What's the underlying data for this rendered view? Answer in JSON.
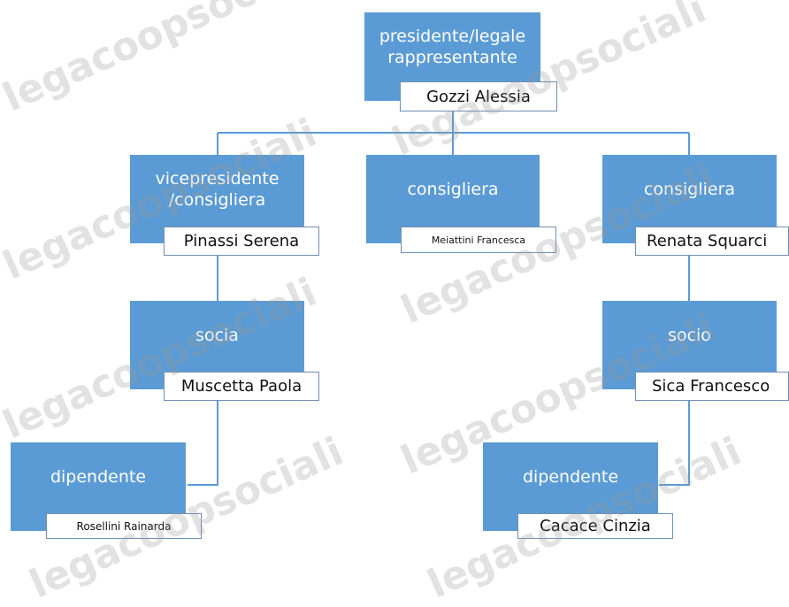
{
  "colors": {
    "box": "#5b9bd5",
    "connector": "#5b9bd5",
    "name_border": "#6f8fb3"
  },
  "watermark": "legacoopsociali",
  "nodes": {
    "president": {
      "role": "presidente/legale rappresentante",
      "name": "Gozzi Alessia"
    },
    "vicepresident": {
      "role": "vicepresidente /consigliera",
      "name": "Pinassi Serena"
    },
    "councillor_1": {
      "role": "consigliera",
      "name": "Meiattini Francesca"
    },
    "councillor_2": {
      "role": "consigliera",
      "name": "Renata Squarci"
    },
    "member_1": {
      "role": "socia",
      "name": "Muscetta Paola"
    },
    "member_2": {
      "role": "socio",
      "name": "Sica Francesco"
    },
    "employee_1": {
      "role": "dipendente",
      "name": "Rosellini Rainarda"
    },
    "employee_2": {
      "role": "dipendente",
      "name": "Cacace Cinzia"
    }
  }
}
